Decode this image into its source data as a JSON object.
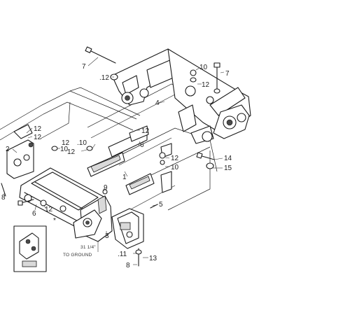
{
  "diagram": {
    "callouts": {
      "c7_left": "7",
      "c12_top": ".12",
      "c10_top": "10",
      "c7_right": "7",
      "c12_right": "12",
      "c4": "4",
      "c12_mid": "12",
      "c6": "6",
      "c12_leftcluster": "12",
      "c10_leftcluster": "10",
      "c12_a": "12",
      "c10_b": ".10",
      "c12_b": "12",
      "c12_c": "12",
      "c10_c": "10",
      "c14": "14",
      "c15": "15",
      "c2": "2",
      "c1": "1",
      "c9": "9",
      "c8_left": "8",
      "c5": "5",
      "c6_low": "6",
      "c12_low": "12",
      "c3": "3",
      "c11": ".11",
      "c13": "13",
      "c8_bottom": "8",
      "asterisk": "*"
    },
    "ground_note_line1": "31 1/4\"",
    "ground_note_line2": "TO GROUND"
  }
}
